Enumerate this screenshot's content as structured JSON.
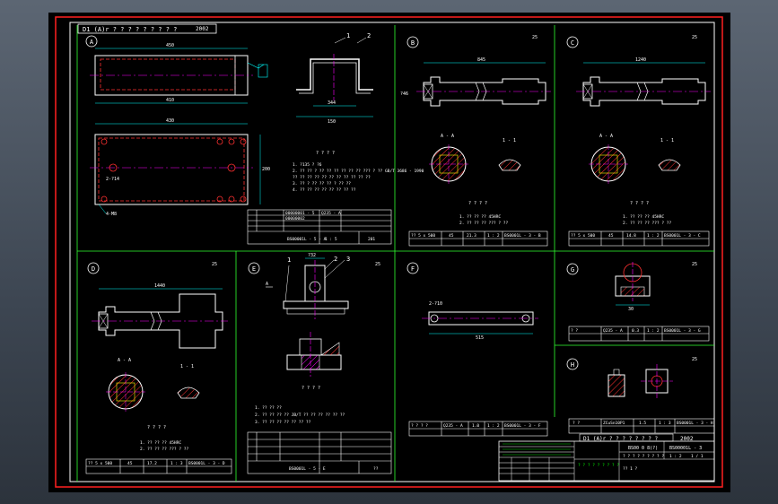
{
  "header": {
    "code_box_text": "D1 (A)r ? ? ? ? ? ? ? ? ?",
    "year": "2002"
  },
  "panels": [
    {
      "id": "A",
      "circle_label": "A"
    },
    {
      "id": "B",
      "circle_label": "B"
    },
    {
      "id": "C",
      "circle_label": "C"
    },
    {
      "id": "D",
      "circle_label": "D"
    },
    {
      "id": "E",
      "circle_label": "E"
    },
    {
      "id": "F",
      "circle_label": "F"
    },
    {
      "id": "G",
      "circle_label": "G"
    },
    {
      "id": "H",
      "circle_label": "H"
    }
  ],
  "panel_numbers": {
    "B": "25",
    "C": "25",
    "D": "25",
    "E": "25",
    "G": "25",
    "H": "25"
  },
  "callouts": {
    "one": "1",
    "two": "2",
    "three": "3"
  },
  "dims": {
    "a_top": "450",
    "a_top2": "410",
    "a_bot": "430",
    "a_side": "200",
    "a_hole": "4-M8",
    "a_right_w": "344",
    "a_right_h": "150",
    "b_len": "845",
    "b_dia": "?46",
    "c_len": "1240",
    "d_len": "1440",
    "e_top": "?32",
    "f_len": "515",
    "g_w": "30"
  },
  "sections": {
    "aa": "A - A",
    "one_one": "1 - 1"
  },
  "notes": {
    "a_title": "? ? ? ?",
    "a_lines": [
      "1. ?135 ?  ?6",
      "2. ?? ?? ?  ?? ?? ?? ?? ?? ?? ??? ?  ?? GB/T 3686 - 1990",
      "  ?? ?? ?? ?? ?? ?? ?? ?? ?? ?? ??",
      "3. ?? ? ?? ??  ?? ? ?? ??",
      "4. ?? ?? ?? ?? ?? ?? ?? ??"
    ],
    "shaft_title": "? ? ? ?",
    "shaft_lines": [
      "1. ?? ?? ?? 45HRC",
      "2. ?? ?? ?? ??? ? ??"
    ],
    "e_title": "? ? ? ?",
    "e_lines": [
      "1. ?? ?? ??",
      "2. ?? ?? ?? ?? JB/T ?? ?? ?? ?? ?? ??",
      "3. ?? ?? ?? ?? ?? ?? ??"
    ]
  },
  "rows": {
    "a_part1": "00000001 - 5",
    "a_part2": "00000002",
    "a_mat": "Q235 - A",
    "a_code": "BS00001L - 5 - A",
    "a_qty": "1 : 5",
    "a_unit": "201",
    "b_spec": "?? 5 x 500",
    "b_mat": "45",
    "b_w": "21.3",
    "b_sc": "1 : 2",
    "b_code": "BS0001L - 3 - B",
    "c_spec": "?? 5 x 500",
    "c_mat": "45",
    "c_w": "14.8",
    "c_sc": "1 : 2",
    "c_code": "BS0001L - 3 - C",
    "d_spec": "?? 5 x 500",
    "d_mat": "45",
    "d_w": "17.2",
    "d_sc": "1 : 3",
    "d_code": "BS0001L - 3 - D",
    "e_code": "BS0001L - 5 - E",
    "e_unit": "??",
    "f_spec": "? ? ? ?",
    "f_mat": "Q235 - A",
    "f_w": "1.0",
    "f_sc": "1 : 2",
    "f_code": "BS0001L - 3 - F",
    "g_spec": "? ?",
    "g_mat": "Q235 - A",
    "g_w": "0.3",
    "g_sc": "1 : 2",
    "g_code": "BS0001L - 3 - G",
    "h_spec": "? ?",
    "h_mat": "ZCuSn10P1",
    "h_w": "1.5",
    "h_sc": "1 : 3",
    "h_code": "BS0001L - 3 - H"
  },
  "title_block": {
    "code_box": "D1 (A)r ? ? ? ? ? ? ? ?",
    "year": "2002",
    "company_code": "BS00 0 8(?)",
    "drawing_no": "BS00001L - 3",
    "scale": "1 : 2",
    "sheet": "1 / 1",
    "page": "?? 1 ?",
    "vendor": "? ? ? ? ? ? ? ? ?"
  }
}
